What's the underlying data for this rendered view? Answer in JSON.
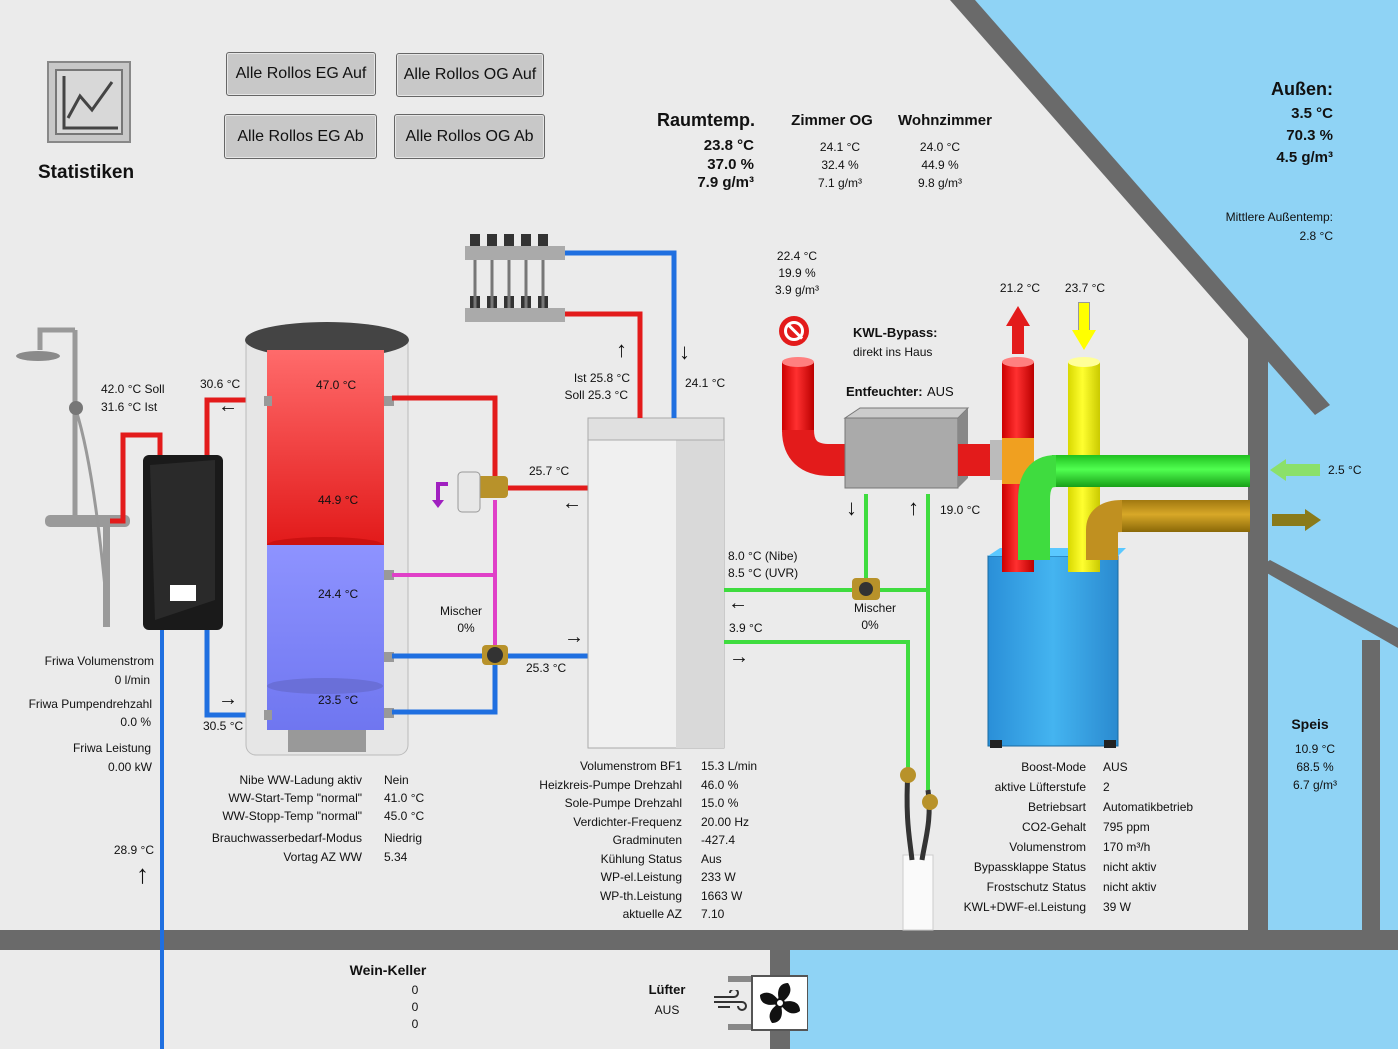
{
  "statistics": {
    "label": "Statistiken"
  },
  "buttons": {
    "eg_up": "Alle Rollos EG Auf",
    "og_up": "Alle Rollos OG Auf",
    "eg_down": "Alle Rollos EG Ab",
    "og_down": "Alle Rollos OG Ab"
  },
  "rooms": {
    "main": {
      "title": "Raumtemp.",
      "temp": "23.8 °C",
      "hum": "37.0 %",
      "abs": "7.9 g/m³"
    },
    "og": {
      "title": "Zimmer OG",
      "temp": "24.1 °C",
      "hum": "32.4 %",
      "abs": "7.1 g/m³"
    },
    "wz": {
      "title": "Wohnzimmer",
      "temp": "24.0 °C",
      "hum": "44.9 %",
      "abs": "9.8 g/m³"
    }
  },
  "outside": {
    "title": "Außen:",
    "temp": "3.5 °C",
    "hum": "70.3 %",
    "abs": "4.5 g/m³",
    "avg_label": "Mittlere Außentemp:",
    "avg_value": "2.8 °C"
  },
  "shower": {
    "soll": "42.0 °C Soll",
    "ist": "31.6 °C Ist"
  },
  "friwa": {
    "flow_label": "Friwa Volumenstrom",
    "flow_value": "0 l/min",
    "pump_label": "Friwa Pumpendrehzahl",
    "pump_value": "0.0 %",
    "power_label": "Friwa Leistung",
    "power_value": "0.00 kW",
    "cold_in": "28.9 °C"
  },
  "tank": {
    "pipe_top": "30.6 °C",
    "pipe_bottom": "30.5 °C",
    "t1": "47.0 °C",
    "t2": "44.9 °C",
    "t3": "24.4 °C",
    "t4": "23.5 °C"
  },
  "mixer_ww": {
    "label": "Mischer",
    "value": "0%"
  },
  "heatpump_pipes": {
    "supply": "25.7 °C",
    "return": "25.3 °C",
    "ist": "Ist 25.8 °C",
    "soll": "Soll 25.3 °C",
    "return_hk": "24.1 °C"
  },
  "brine": {
    "nibe": "8.0 °C (Nibe)",
    "uvr": "8.5 °C (UVR)",
    "out": "3.9 °C",
    "kwl_in": "19.0 °C"
  },
  "mixer_sole": {
    "label": "Mischer",
    "value": "0%"
  },
  "ww_info": {
    "labels": [
      "Nibe WW-Ladung aktiv",
      "WW-Start-Temp \"normal\"",
      "WW-Stopp-Temp \"normal\"",
      "Brauchwasserbedarf-Modus",
      "Vortag AZ WW"
    ],
    "values": [
      "Nein",
      "41.0 °C",
      "45.0 °C",
      "Niedrig",
      "5.34"
    ]
  },
  "hp_info": {
    "labels": [
      "Volumenstrom BF1",
      "Heizkreis-Pumpe Drehzahl",
      "Sole-Pumpe Drehzahl",
      "Verdichter-Frequenz",
      "Gradminuten",
      "Kühlung Status",
      "WP-el.Leistung",
      "WP-th.Leistung",
      "aktuelle AZ"
    ],
    "values": [
      "15.3 L/min",
      "46.0 %",
      "15.0 %",
      "20.00 Hz",
      "-427.4",
      "Aus",
      "233 W",
      "1663 W",
      "7.10"
    ]
  },
  "kwl_info": {
    "labels": [
      "Boost-Mode",
      "aktive Lüfterstufe",
      "Betriebsart",
      "CO2-Gehalt",
      "Volumenstrom",
      "Bypassklappe Status",
      "Frostschutz Status",
      "KWL+DWF-el.Leistung"
    ],
    "values": [
      "AUS",
      "2",
      "Automatikbetrieb",
      "795 ppm",
      "170 m³/h",
      "nicht aktiv",
      "nicht aktiv",
      "39 W"
    ]
  },
  "exhaust": {
    "temp": "22.4 °C",
    "hum": "19.9 %",
    "abs": "3.9 g/m³"
  },
  "kwl": {
    "bypass_label": "KWL-Bypass:",
    "bypass_value": "direkt ins Haus",
    "dehum_label": "Entfeuchter:",
    "dehum_value": "AUS",
    "fortluft": "21.2 °C",
    "zuluft": "23.7 °C",
    "aussenluft": "2.5 °C"
  },
  "speis": {
    "title": "Speis",
    "temp": "10.9 °C",
    "hum": "68.5 %",
    "abs": "6.7 g/m³"
  },
  "keller": {
    "title": "Wein-Keller",
    "v1": "0",
    "v2": "0",
    "v3": "0"
  },
  "fan": {
    "label": "Lüfter",
    "value": "AUS"
  },
  "colors": {
    "sky": "#8fd3f5",
    "wall": "#6a6a6a",
    "hot": "#e31b1b",
    "cold": "#1f6fe0",
    "brine": "#3fdc3f",
    "mixed": "#e040c8"
  }
}
